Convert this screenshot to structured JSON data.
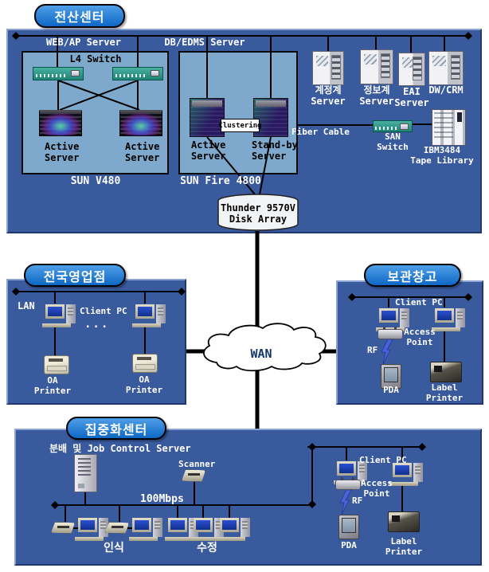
{
  "computing_center": {
    "title": "전산센터",
    "web_ap_group": {
      "label": "WEB/AP Server",
      "switch_label": "L4 Switch",
      "server_left": "Active\nServer",
      "server_right": "Active\nServer",
      "caption": "SUN V480"
    },
    "db_edms_group": {
      "label": "DB/EDMS Server",
      "clustering": "Clustering",
      "server_left": "Active\nServer",
      "server_right": "Stand-by\nServer",
      "caption": "SUN Fire 4800"
    },
    "biz_servers": [
      {
        "label": "계정계\nServer"
      },
      {
        "label": "정보계\nServer"
      },
      {
        "label": "EAI\nServer"
      },
      {
        "label": "DW/CRM"
      }
    ],
    "fiber_cable_label": "Fiber Cable",
    "san_switch_label": "SAN Switch",
    "tape_library_label": "IBM3484\nTape Library",
    "disk_array_label": "Thunder 9570V\nDisk Array"
  },
  "branch_offices": {
    "title": "전국영업점",
    "lan_label": "LAN",
    "client_pc_label": "Client PC",
    "ellipsis": "...",
    "printer_left_label": "OA Printer",
    "printer_right_label": "OA Printer"
  },
  "warehouse": {
    "title": "보관창고",
    "client_pc_label": "Client PC",
    "access_point_label": "Access\nPoint",
    "rf_label": "RF",
    "pda_label": "PDA",
    "label_printer_label": "Label\nPrinter"
  },
  "wan": {
    "label": "WAN"
  },
  "centralization_center": {
    "title": "집중화센터",
    "job_server_label": "분배 및 Job Control Server",
    "scanner_label": "Scanner",
    "bandwidth_label": "100Mbps",
    "recognition_label": "인식",
    "correction_label": "수정",
    "client_pc_label": "Client PC",
    "access_point_label": "Access\nPoint",
    "rf_label": "RF",
    "pda_label": "PDA",
    "label_printer_label": "Label\nPrinter"
  },
  "colors": {
    "panel_blue": "#3a5a9e",
    "inner_blue": "#7fa9cc",
    "bubble_blue": "#1273d2",
    "wan_text": "#12356b",
    "line": "#000000"
  }
}
